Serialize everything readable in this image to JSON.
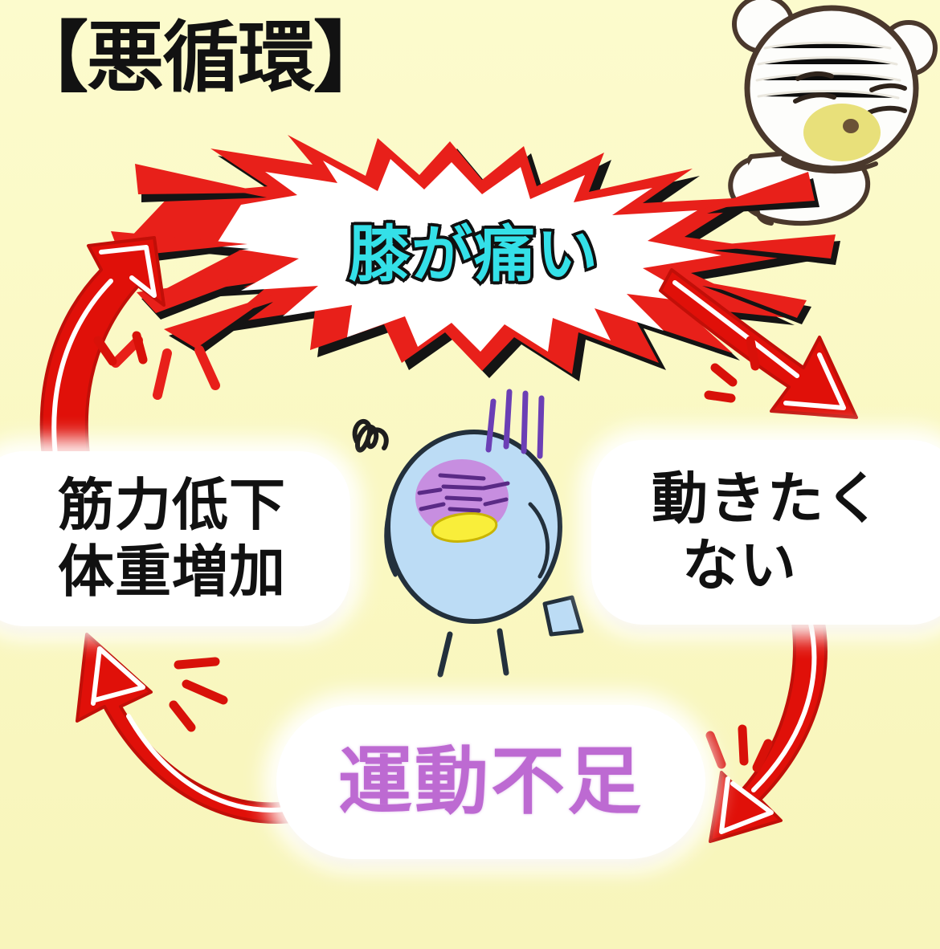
{
  "page": {
    "title": "【悪循環】",
    "background_color": "#faf8c2"
  },
  "burst": {
    "label": "膝が痛い",
    "text_color": "#34e0e8",
    "outline_color": "#101010",
    "fill_color": "#ffffff",
    "spike_color": "#e8201a"
  },
  "nodes": {
    "left": {
      "line_1": "筋力低下",
      "line_2": "体重増加",
      "text_color": "#111111",
      "box_color": "#ffffff"
    },
    "right": {
      "line_1": "動きたく",
      "line_2": "ない",
      "text_color": "#111111",
      "box_color": "#ffffff"
    },
    "bottom": {
      "line_1": "運動不足",
      "text_color": "#bd6ad2",
      "box_color": "#ffffff"
    }
  },
  "arrows": {
    "color": "#e8160f",
    "highlight_color": "#ffffff",
    "items": [
      {
        "name": "arrow-left-up",
        "from": "筋力低下 体重増加",
        "to": "膝が痛い"
      },
      {
        "name": "arrow-right-down",
        "from": "膝が痛い",
        "to": "動きたくない"
      },
      {
        "name": "arrow-bottom-right-down",
        "from": "動きたくない",
        "to": "運動不足"
      },
      {
        "name": "arrow-bottom-left-up",
        "from": "運動不足",
        "to": "筋力低下 体重増加"
      }
    ]
  },
  "characters": {
    "bear": {
      "name": "white-bear-mascot",
      "body_color": "#fdfdfb",
      "outline_color": "#4a382c",
      "muzzle_color": "#e8e07a",
      "expression": "pained-eyes-closed"
    },
    "bird": {
      "name": "blue-bird-mascot",
      "body_color": "#bcdcf5",
      "outline_color": "#23303c",
      "blush_color": "#c78ee0",
      "beak_color": "#f9ee3a",
      "stress_lines_color": "#6b3fb5",
      "expression": "sad-downcast"
    },
    "squiggle": {
      "name": "gloom-squiggle-mark",
      "color": "#1d1d1d"
    }
  }
}
